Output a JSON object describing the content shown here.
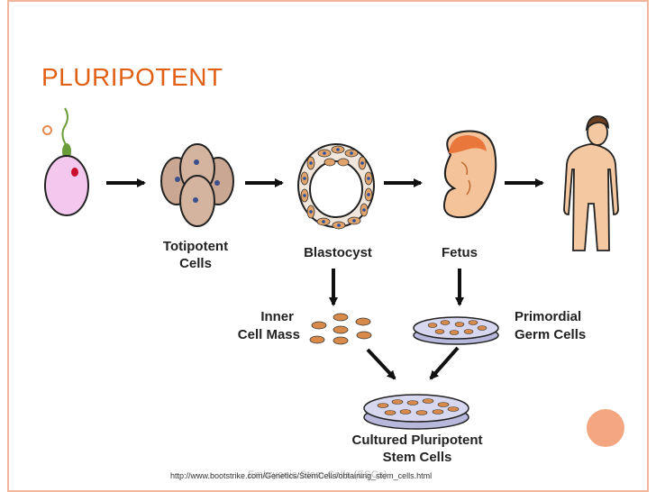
{
  "slide": {
    "title": "PLURIPOTENT",
    "credit_url": "http://www.bootstrike.com/Genetics/StemCells/obtaining_stem_cells.html",
    "ghost_text": "Embryonic Stem Cells (ESCs)"
  },
  "diagram": {
    "labels": {
      "totipotent": [
        "Totipotent",
        "Cells"
      ],
      "blastocyst": "Blastocyst",
      "fetus": "Fetus",
      "inner_cell_mass": [
        "Inner",
        "Cell Mass"
      ],
      "primordial": [
        "Primordial",
        "Germ Cells"
      ],
      "cultured": [
        "Cultured Pluripotent",
        "Stem Cells"
      ]
    }
  },
  "colors": {
    "title": "#e06116",
    "accent_frame": "#f3b79b",
    "accent_circle": "#f3a67f"
  }
}
